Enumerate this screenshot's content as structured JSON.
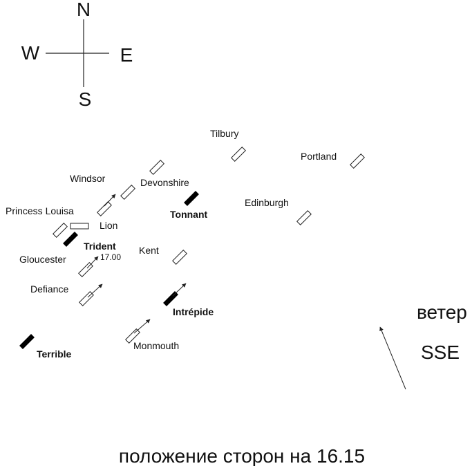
{
  "compass": {
    "north": "N",
    "south": "S",
    "west": "W",
    "east": "E"
  },
  "wind": {
    "label": "ветер",
    "direction": "SSE"
  },
  "caption": "положение сторон на 16.15",
  "annotation": "17.00",
  "colors": {
    "british": "#ffffff",
    "french": "#000000",
    "line": "#222222"
  },
  "ships": [
    {
      "name": "Tilbury",
      "fleet": "british"
    },
    {
      "name": "Portland",
      "fleet": "british"
    },
    {
      "name": "Windsor",
      "fleet": "british"
    },
    {
      "name": "Devonshire",
      "fleet": "british"
    },
    {
      "name": "Edinburgh",
      "fleet": "british"
    },
    {
      "name": "Princess Louisa",
      "fleet": "british"
    },
    {
      "name": "Lion",
      "fleet": "british"
    },
    {
      "name": "Gloucester",
      "fleet": "british"
    },
    {
      "name": "Kent",
      "fleet": "british"
    },
    {
      "name": "Defiance",
      "fleet": "british"
    },
    {
      "name": "Monmouth",
      "fleet": "british"
    },
    {
      "name": "Tonnant",
      "fleet": "french"
    },
    {
      "name": "Trident",
      "fleet": "french"
    },
    {
      "name": "Intrépide",
      "fleet": "french"
    },
    {
      "name": "Terrible",
      "fleet": "french"
    }
  ]
}
